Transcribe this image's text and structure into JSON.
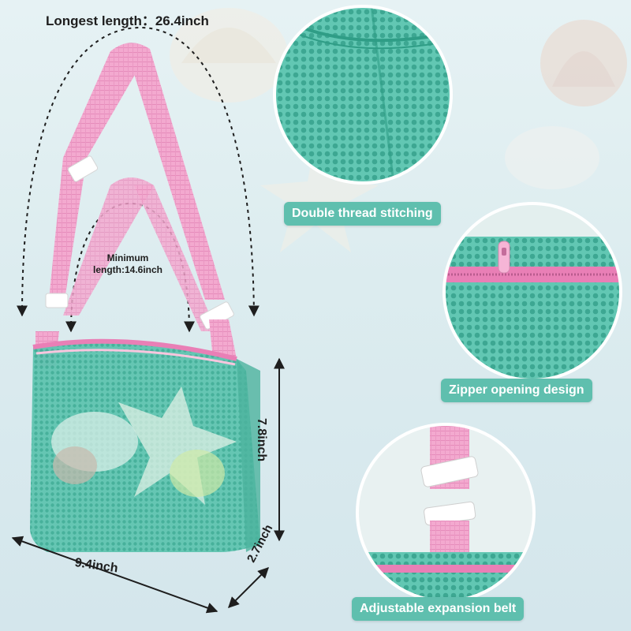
{
  "dimensions": {
    "longest_length": "Longest length：26.4inch",
    "minimum_length_line1": "Minimum",
    "minimum_length_line2": "length:14.6inch",
    "width": "9.4inch",
    "depth": "2.7inch",
    "height": "7.8inch"
  },
  "features": {
    "double_thread": "Double thread stitching",
    "zipper": "Zipper opening design",
    "adjustable_belt": "Adjustable expansion belt"
  },
  "colors": {
    "mesh": "#5fc4b0",
    "mesh_dark": "#3fae97",
    "strap": "#f3a9cf",
    "strap_dark": "#e68cbb",
    "label_bg": "#5fbfae",
    "dim_arrow": "#1e1e1e"
  }
}
